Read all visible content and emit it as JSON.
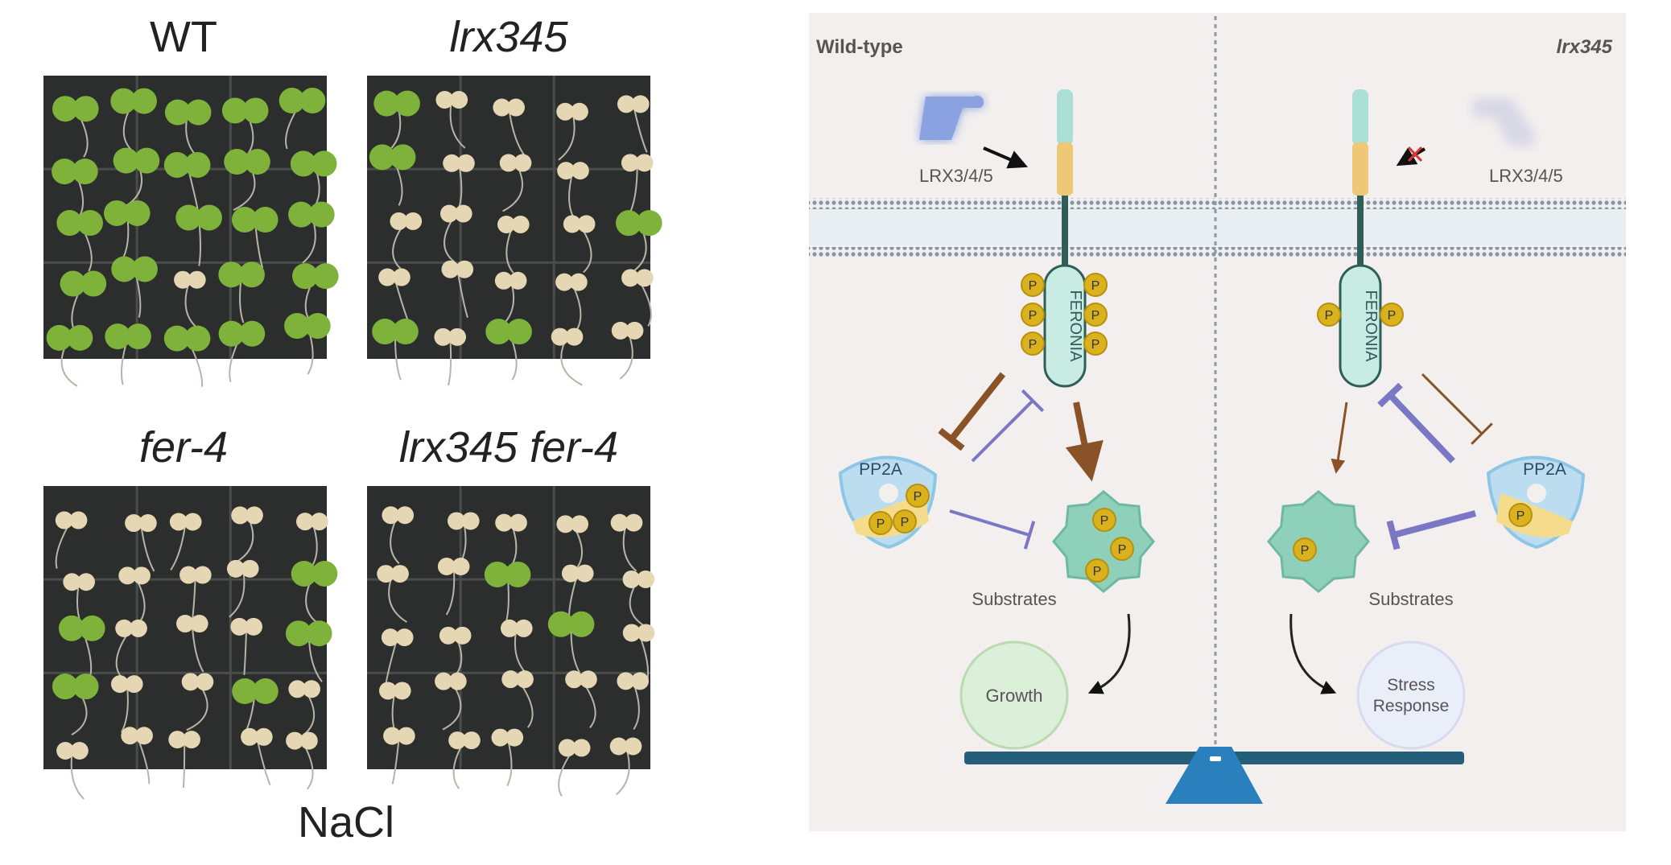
{
  "left_panel": {
    "panels": [
      {
        "label": "WT",
        "italic": false,
        "green_fraction": 0.9
      },
      {
        "label": "lrx345",
        "italic": true,
        "green_fraction": 0.35
      },
      {
        "label": "fer-4",
        "italic": true,
        "green_fraction": 0.1
      },
      {
        "label": "lrx345 fer-4",
        "italic": true,
        "green_fraction": 0.08
      }
    ],
    "condition": "NaCl"
  },
  "diagram": {
    "left_title": "Wild-type",
    "right_title": "lrx345",
    "ligand_label_left": "LRX3/4/5",
    "ligand_label_right": "LRX3/4/5",
    "receptor_label": "FERONIA",
    "phosphatase_label": "PP2A",
    "phospho_label": "P",
    "substrates_left": "Substrates",
    "substrates_right": "Substrates",
    "outcome_left": "Growth",
    "outcome_right_line1": "Stress",
    "outcome_right_line2": "Response",
    "colors": {
      "background": "#f3efee",
      "membrane": "#8aa3b3",
      "receptor_stalk": "#2e5e57",
      "receptor_top": "#a9dfd6",
      "receptor_mid": "#efc877",
      "brown_arrow": "#8a5227",
      "purple_arrow": "#7a78c4",
      "seesaw": "#245e78",
      "fulcrum": "#2a80bd"
    }
  }
}
